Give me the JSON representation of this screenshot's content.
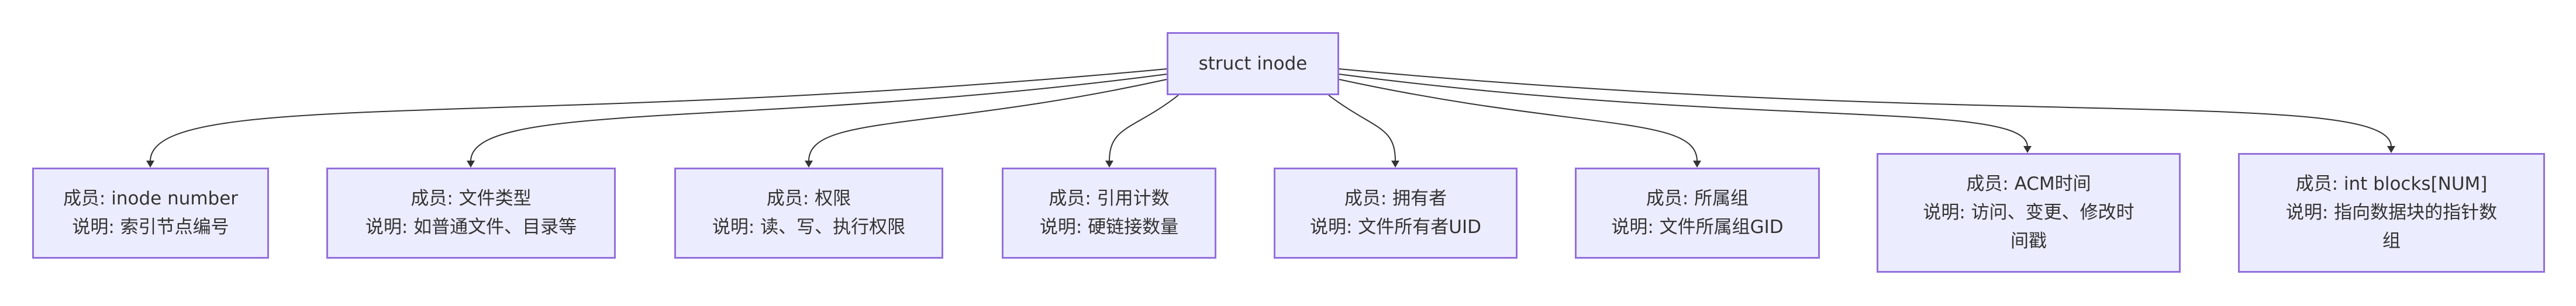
{
  "diagram": {
    "root": {
      "label": "struct inode"
    },
    "children": [
      {
        "member": "成员: inode number",
        "desc": "说明: 索引节点编号"
      },
      {
        "member": "成员: 文件类型",
        "desc": "说明: 如普通文件、目录等"
      },
      {
        "member": "成员: 权限",
        "desc": "说明: 读、写、执行权限"
      },
      {
        "member": "成员: 引用计数",
        "desc": "说明: 硬链接数量"
      },
      {
        "member": "成员: 拥有者",
        "desc": "说明: 文件所有者UID"
      },
      {
        "member": "成员: 所属组",
        "desc": "说明: 文件所属组GID"
      },
      {
        "member": "成员: ACM时间",
        "desc": "说明: 访问、变更、修改时间戳"
      },
      {
        "member": "成员: int blocks[NUM]",
        "desc": "说明: 指向数据块的指针数组"
      }
    ],
    "colors": {
      "node_fill": "#ECECFF",
      "node_border": "#9370DB",
      "text": "#333333",
      "edge": "#333333",
      "background": "#FFFFFF"
    }
  }
}
